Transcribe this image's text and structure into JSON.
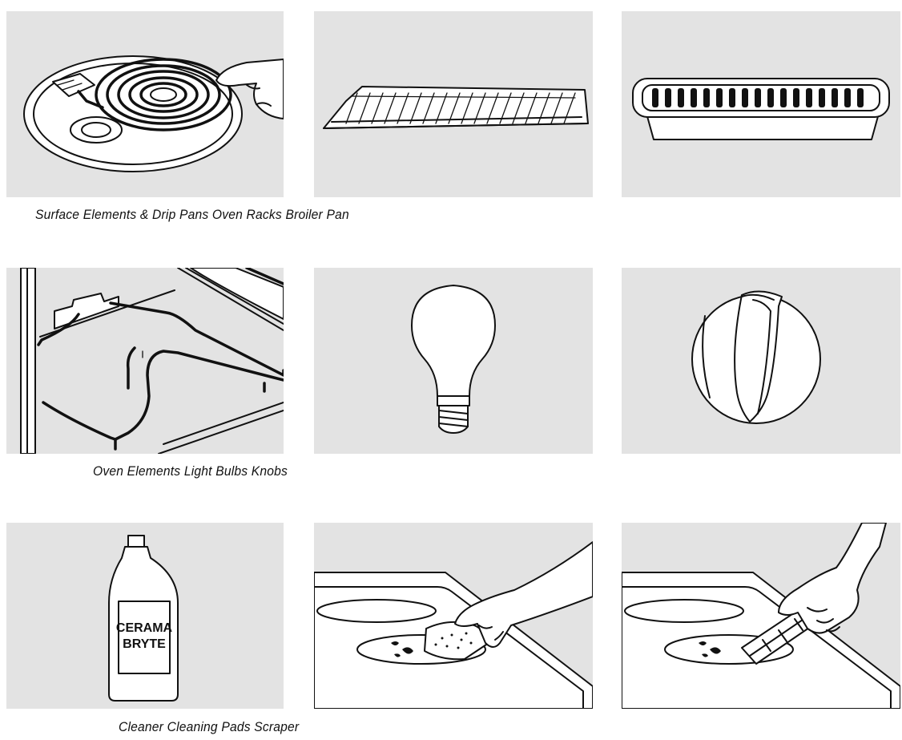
{
  "captions": {
    "row1": "Surface Elements & Drip Pans Oven Racks Broiler Pan",
    "row2": "Oven Elements Light Bulbs Knobs",
    "row3": "Cleaner Cleaning Pads Scraper"
  },
  "bottle_label": {
    "line1": "CERAMA",
    "line2": "BRYTE"
  },
  "colors": {
    "panel_background": "#e3e3e3",
    "line_art": "#111111",
    "page_background": "#ffffff"
  }
}
